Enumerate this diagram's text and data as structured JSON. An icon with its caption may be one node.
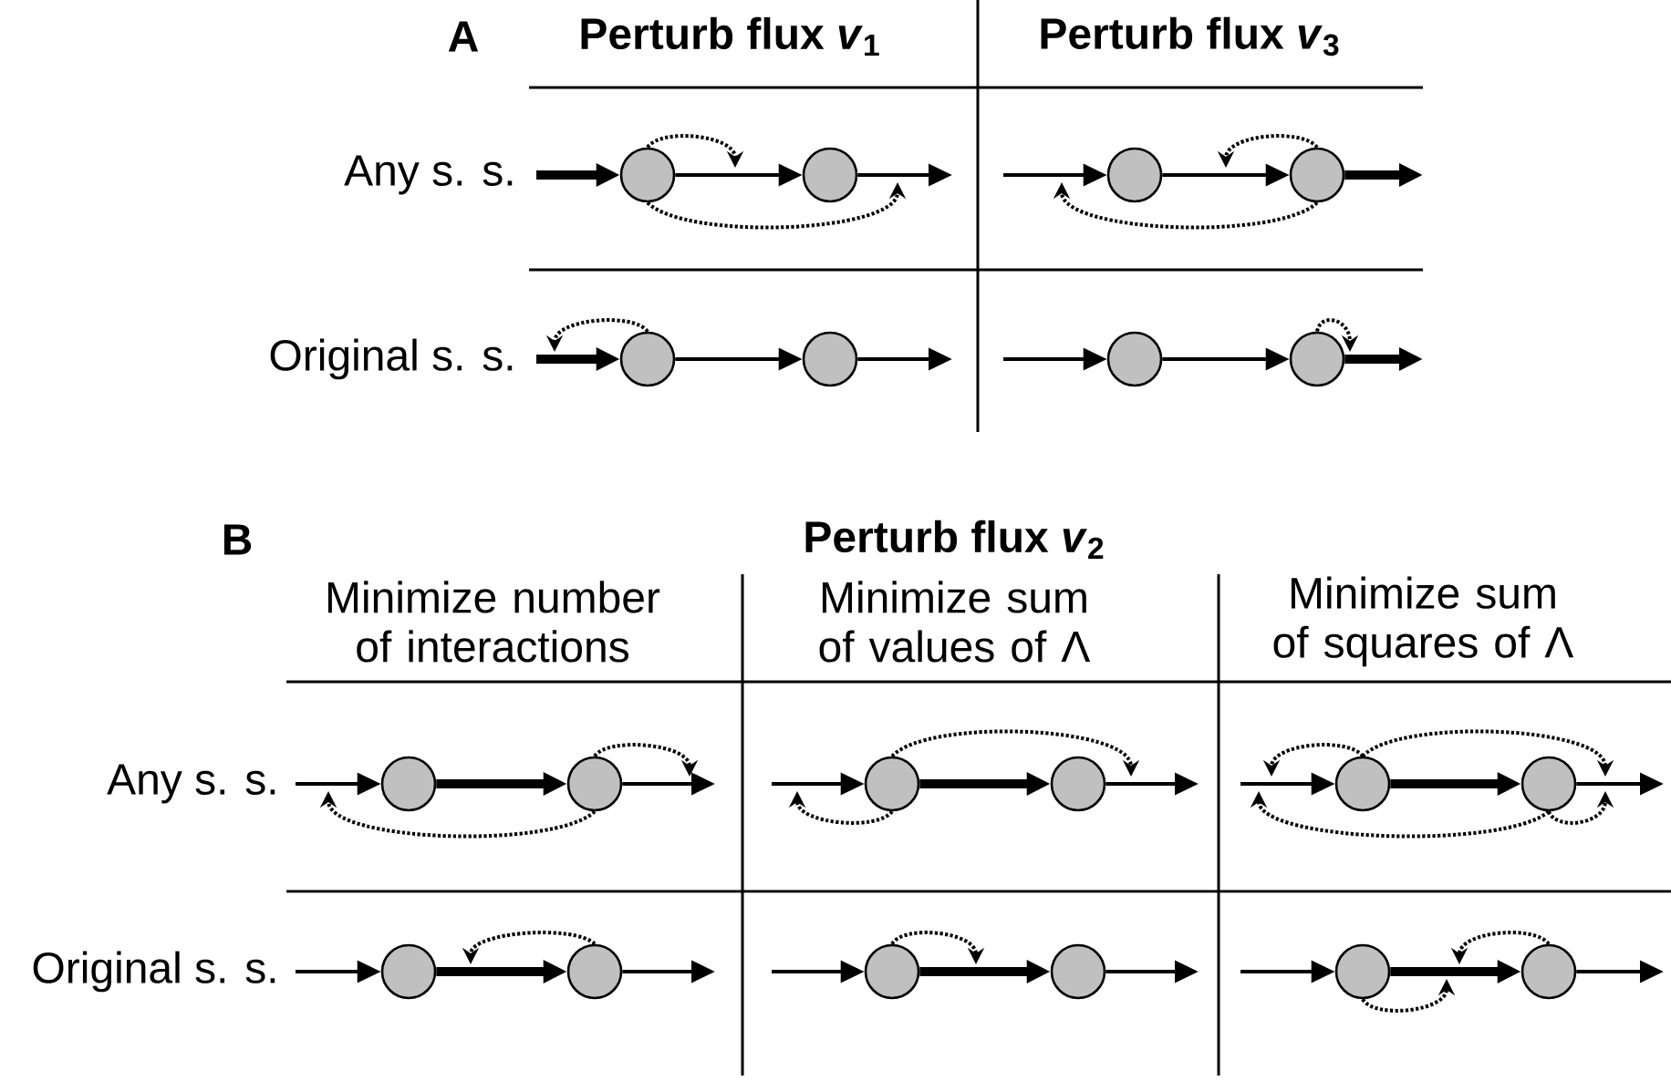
{
  "diagram": {
    "nodes": [
      {
        "text": [],
        "shape": "circle"
      },
      {
        "text": [],
        "shape": "circle"
      },
      {
        "text": [],
        "shape": "circle"
      },
      {
        "text": [],
        "shape": "circle"
      },
      {
        "text": [],
        "shape": "circle"
      },
      {
        "text": [],
        "shape": "circle"
      },
      {
        "text": [],
        "shape": "circle"
      },
      {
        "text": [],
        "shape": "circle"
      },
      {
        "text": [],
        "shape": "circle"
      },
      {
        "text": [],
        "shape": "circle"
      },
      {
        "text": [],
        "shape": "circle"
      },
      {
        "text": [],
        "shape": "circle"
      },
      {
        "text": [],
        "shape": "circle"
      },
      {
        "text": [],
        "shape": "circle"
      },
      {
        "text": [],
        "shape": "circle"
      },
      {
        "text": [],
        "shape": "circle"
      },
      {
        "text": [],
        "shape": "circle"
      },
      {
        "text": [],
        "shape": "circle"
      },
      {
        "text": [],
        "shape": "circle"
      },
      {
        "text": [],
        "shape": "circle"
      }
    ],
    "edges": [
      {
        "from": null,
        "to": 0,
        "arrow": "to",
        "style": "thick"
      },
      {
        "from": 0,
        "to": 1,
        "arrow": "to"
      },
      {
        "from": 1,
        "to": null,
        "arrow": "to"
      },
      {
        "from": 0,
        "to": null,
        "arrow": "to",
        "style": "dashed"
      },
      {
        "from": 0,
        "to": null,
        "arrow": "to",
        "style": "dashed"
      },
      {
        "from": null,
        "to": 2,
        "arrow": "to"
      },
      {
        "from": 2,
        "to": 3,
        "arrow": "to"
      },
      {
        "from": 3,
        "to": null,
        "arrow": "to",
        "style": "thick"
      },
      {
        "from": 3,
        "to": null,
        "arrow": "to",
        "style": "dashed"
      },
      {
        "from": 3,
        "to": null,
        "arrow": "to",
        "style": "dashed"
      },
      {
        "from": null,
        "to": 4,
        "arrow": "to",
        "style": "thick"
      },
      {
        "from": 4,
        "to": 5,
        "arrow": "to"
      },
      {
        "from": 5,
        "to": null,
        "arrow": "to"
      },
      {
        "from": 4,
        "to": null,
        "arrow": "to",
        "style": "dashed"
      },
      {
        "from": null,
        "to": 6,
        "arrow": "to"
      },
      {
        "from": 6,
        "to": 7,
        "arrow": "to"
      },
      {
        "from": 7,
        "to": null,
        "arrow": "to",
        "style": "thick"
      },
      {
        "from": 7,
        "to": null,
        "arrow": "to",
        "style": "dashed"
      },
      {
        "from": null,
        "to": 8,
        "arrow": "to"
      },
      {
        "from": 8,
        "to": 9,
        "arrow": "to",
        "style": "thick"
      },
      {
        "from": 9,
        "to": null,
        "arrow": "to"
      },
      {
        "from": 9,
        "to": null,
        "arrow": "to",
        "style": "dashed"
      },
      {
        "from": 9,
        "to": null,
        "arrow": "to",
        "style": "dashed"
      },
      {
        "from": null,
        "to": 10,
        "arrow": "to"
      },
      {
        "from": 10,
        "to": 11,
        "arrow": "to",
        "style": "thick"
      },
      {
        "from": 11,
        "to": null,
        "arrow": "to"
      },
      {
        "from": 10,
        "to": null,
        "arrow": "to",
        "style": "dashed"
      },
      {
        "from": 10,
        "to": null,
        "arrow": "to",
        "style": "dashed"
      },
      {
        "from": null,
        "to": 12,
        "arrow": "to"
      },
      {
        "from": 12,
        "to": 13,
        "arrow": "to",
        "style": "thick"
      },
      {
        "from": 13,
        "to": null,
        "arrow": "to"
      },
      {
        "from": 12,
        "to": null,
        "arrow": "to",
        "style": "dashed"
      },
      {
        "from": 12,
        "to": null,
        "arrow": "to",
        "style": "dashed"
      },
      {
        "from": 13,
        "to": null,
        "arrow": "to",
        "style": "dashed"
      },
      {
        "from": 13,
        "to": null,
        "arrow": "to",
        "style": "dashed"
      },
      {
        "from": null,
        "to": 14,
        "arrow": "to"
      },
      {
        "from": 14,
        "to": 15,
        "arrow": "to",
        "style": "thick"
      },
      {
        "from": 15,
        "to": null,
        "arrow": "to"
      },
      {
        "from": 15,
        "to": null,
        "arrow": "to",
        "style": "dashed"
      },
      {
        "from": null,
        "to": 16,
        "arrow": "to"
      },
      {
        "from": 16,
        "to": 17,
        "arrow": "to",
        "style": "thick"
      },
      {
        "from": 17,
        "to": null,
        "arrow": "to"
      },
      {
        "from": 16,
        "to": null,
        "arrow": "to",
        "style": "dashed"
      },
      {
        "from": null,
        "to": 18,
        "arrow": "to"
      },
      {
        "from": 18,
        "to": 19,
        "arrow": "to",
        "style": "thick"
      },
      {
        "from": 19,
        "to": null,
        "arrow": "to"
      },
      {
        "from": 19,
        "to": null,
        "arrow": "to",
        "style": "dashed"
      },
      {
        "from": 18,
        "to": null,
        "arrow": "to",
        "style": "dashed"
      }
    ],
    "labels": [
      "A",
      "Perturb flux *v*$_{1}$",
      "Perturb flux *v*$_{3}$",
      "Any s. s.",
      "Original s. s.",
      "B",
      "Perturb flux *v*$_{2}$",
      "Minimize number of interactions",
      "Minimize sum of values of Λ",
      "Minimize sum of squares of Λ",
      "Any s. s.",
      "Original s. s."
    ]
  }
}
